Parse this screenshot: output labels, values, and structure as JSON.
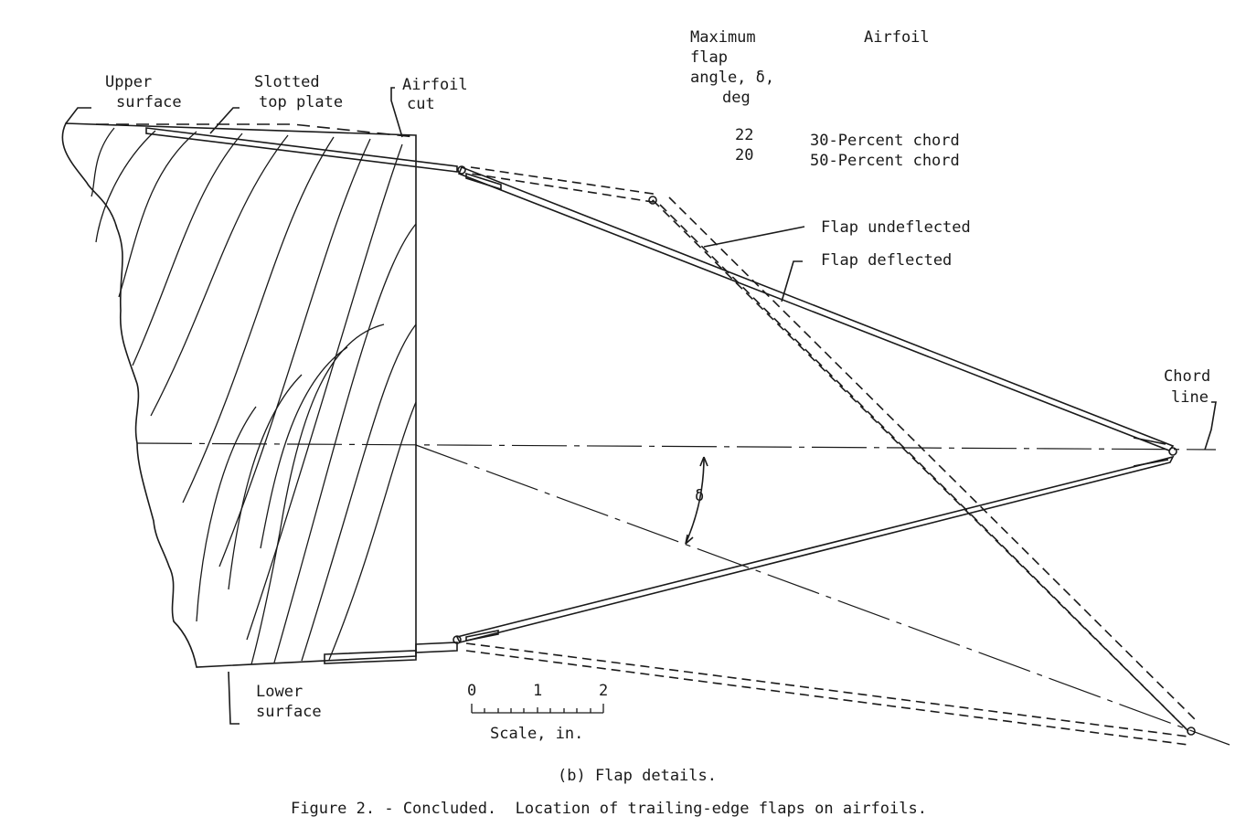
{
  "legend": {
    "col1_line1": "Maximum",
    "col1_line2": "flap",
    "col1_line3": "angle, δ,",
    "col1_line4": "deg",
    "col2_header": "Airfoil",
    "rows": [
      {
        "angle": "22",
        "airfoil": "30-Percent chord"
      },
      {
        "angle": "20",
        "airfoil": "50-Percent chord"
      }
    ]
  },
  "labels": {
    "upper_surface_1": "Upper",
    "upper_surface_2": "surface",
    "slotted_top_plate_1": "Slotted",
    "slotted_top_plate_2": "top plate",
    "airfoil_cut_1": "Airfoil",
    "airfoil_cut_2": "cut",
    "flap_undeflected": "Flap undeflected",
    "flap_deflected": "Flap deflected",
    "chord_line_1": "Chord",
    "chord_line_2": "line",
    "lower_surface_1": "Lower",
    "lower_surface_2": "surface",
    "delta": "δ"
  },
  "scale": {
    "ticks": [
      "0",
      "1",
      "2"
    ],
    "label": "Scale, in."
  },
  "captions": {
    "sub": "(b) Flap details.",
    "figure": "Figure 2. - Concluded.  Location of trailing-edge flaps on airfoils."
  }
}
